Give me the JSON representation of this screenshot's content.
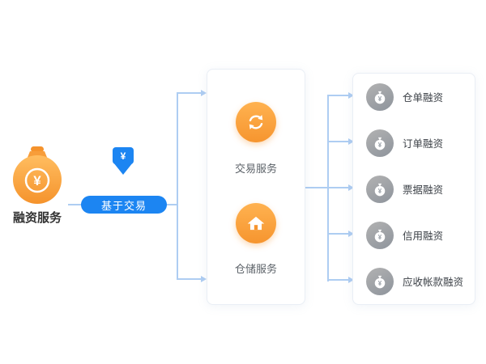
{
  "diagram": {
    "currency_symbol": "¥",
    "source": {
      "label": "融资服务"
    },
    "connector": {
      "pill_label": "基于交易"
    },
    "services": {
      "items": [
        {
          "label": "交易服务",
          "icon": "exchange-icon"
        },
        {
          "label": "仓储服务",
          "icon": "warehouse-icon"
        }
      ]
    },
    "financing": {
      "items": [
        {
          "label": "仓单融资",
          "icon": "money-bag-icon"
        },
        {
          "label": "订单融资",
          "icon": "money-bag-icon"
        },
        {
          "label": "票据融资",
          "icon": "money-bag-icon"
        },
        {
          "label": "信用融资",
          "icon": "money-bag-icon"
        },
        {
          "label": "应收帐款融资",
          "icon": "money-bag-icon"
        }
      ]
    },
    "colors": {
      "orange": "#f6952f",
      "blue": "#1c85f2",
      "line": "#aecdf2",
      "gray": "#9aa0a8"
    }
  }
}
